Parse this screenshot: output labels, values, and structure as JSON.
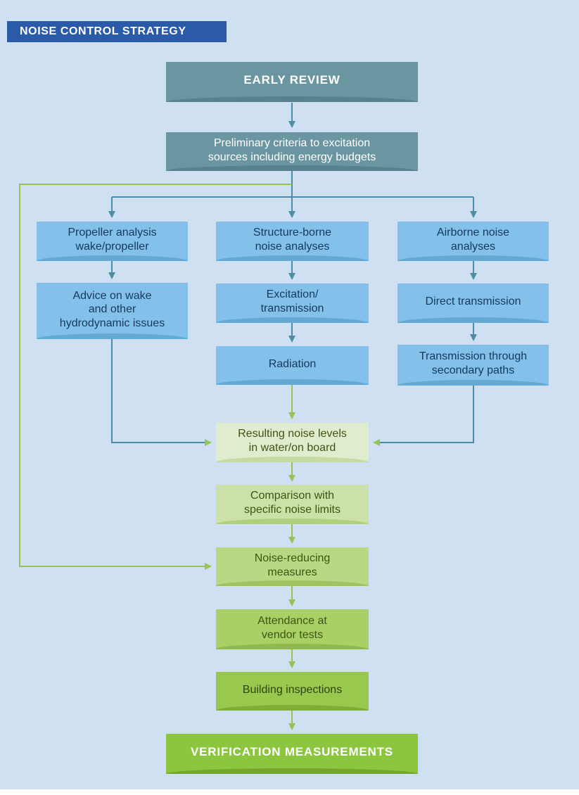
{
  "title": "NOISE CONTROL STRATEGY",
  "nodes": {
    "early_review": {
      "label": "EARLY REVIEW"
    },
    "preliminary": {
      "label": "Preliminary criteria to excitation\nsources including energy budgets"
    },
    "propeller": {
      "label": "Propeller analysis\nwake/propeller"
    },
    "advice": {
      "label": "Advice on wake\nand other\nhydrodynamic issues"
    },
    "structure_borne": {
      "label": "Structure-borne\nnoise analyses"
    },
    "excitation": {
      "label": "Excitation/\ntransmission"
    },
    "radiation": {
      "label": "Radiation"
    },
    "airborne": {
      "label": "Airborne noise\nanalyses"
    },
    "direct_transmission": {
      "label": "Direct transmission"
    },
    "secondary_paths": {
      "label": "Transmission through\nsecondary paths"
    },
    "resulting_levels": {
      "label": "Resulting noise levels\nin water/on board"
    },
    "comparison": {
      "label": "Comparison with\nspecific noise limits"
    },
    "noise_reducing": {
      "label": "Noise-reducing\nmeasures"
    },
    "attendance": {
      "label": "Attendance at\nvendor tests"
    },
    "building_inspections": {
      "label": "Building inspections"
    },
    "verification": {
      "label": "VERIFICATION MEASUREMENTS"
    }
  },
  "colors": {
    "background": "#cfe0f2",
    "title_bg": "#2b5aa8",
    "teal_box": "#6a96a1",
    "blue_box": "#83c1ea",
    "blue_text": "#14395d",
    "green_1": "#dfecce",
    "green_2": "#cbe1a8",
    "green_3": "#b9d883",
    "green_4": "#a8d065",
    "green_5": "#99c84f",
    "verification_bg": "#8cc63f",
    "green_text": "#3d5513",
    "arrow_teal": "#4e8ba4",
    "arrow_green": "#97c356"
  }
}
